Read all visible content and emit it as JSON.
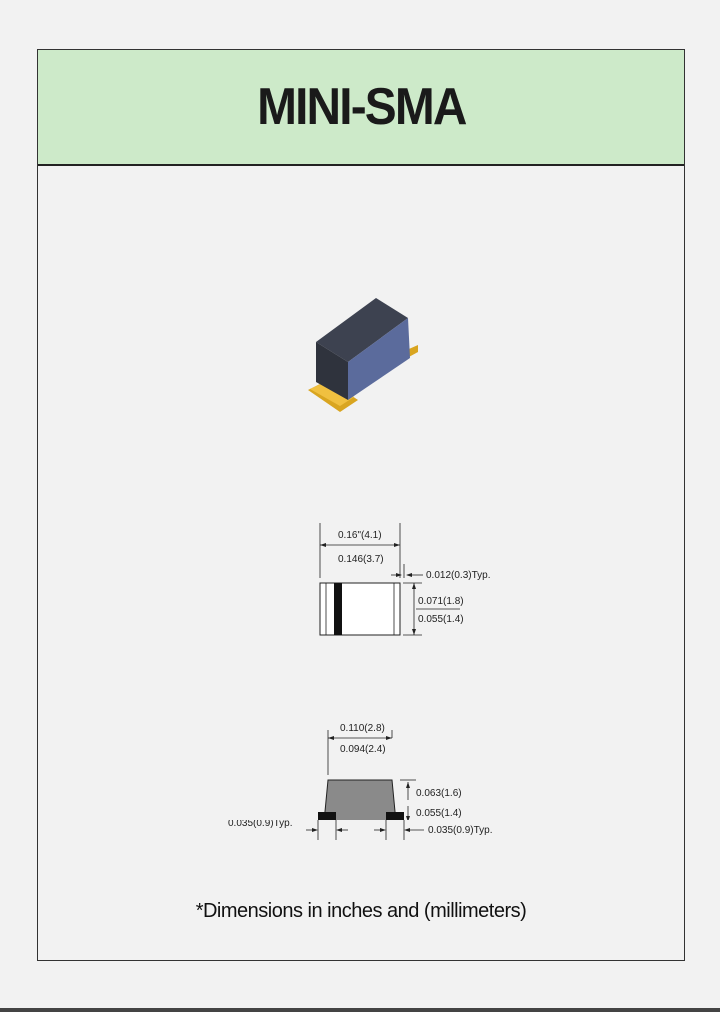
{
  "title": "MINI-SMA",
  "top_view": {
    "length_max": "0.16\"(4.1)",
    "length_min": "0.146(3.7)",
    "lead_typ": "0.012(0.3)Typ.",
    "width_max": "0.071(1.8)",
    "width_min": "0.055(1.4)"
  },
  "side_view": {
    "width_max": "0.110(2.8)",
    "width_min": "0.094(2.4)",
    "height_max": "0.063(1.6)",
    "height_min": "0.055(1.4)",
    "pad_left_typ": "0.035(0.9)Typ.",
    "pad_right_typ": "0.035(0.9)Typ."
  },
  "footnote": "*Dimensions in inches and (millimeters)",
  "colors": {
    "header_bg": "#cdeac9",
    "body_top": "#3a3f4a",
    "body_side": "#5a6a9a",
    "terminal": "#d9a520"
  }
}
